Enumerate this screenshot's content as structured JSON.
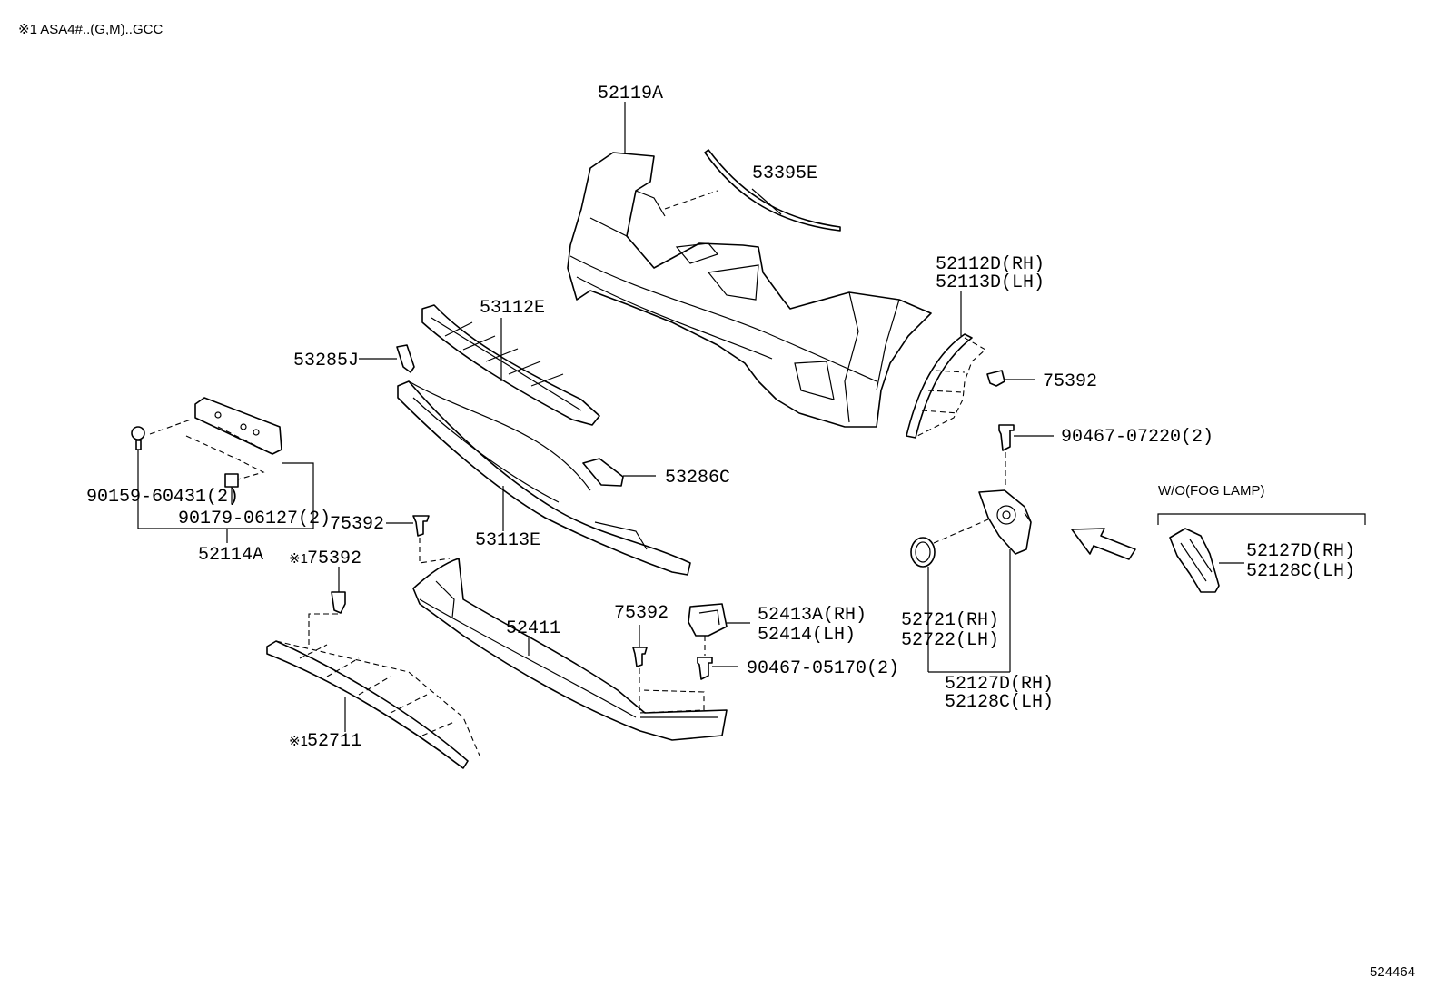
{
  "header_note": "※1 ASA4#..(G,M)..GCC",
  "illustration_number": "524464",
  "section_label": "W/O(FOG LAMP)",
  "callouts": {
    "c52119A": "52119A",
    "c53395E": "53395E",
    "c52112D": "52112D(RH)",
    "c52113D": "52113D(LH)",
    "c53112E": "53112E",
    "c53285J": "53285J",
    "c75392_a": "75392",
    "c90467_07220": "90467-07220(2)",
    "c53286C": "53286C",
    "c53113E": "53113E",
    "c90159": "90159-60431(2)",
    "c90179": "90179-06127(2)",
    "c52114A": "52114A",
    "c75392_b": "75392",
    "c75392_c_mark": "※1",
    "c75392_c": "75392",
    "c52411": "52411",
    "c75392_d": "75392",
    "c52413A": "52413A(RH)",
    "c52414": "52414(LH)",
    "c90467_05170": "90467-05170(2)",
    "c52711_mark": "※1",
    "c52711": "52711",
    "c52721": "52721(RH)",
    "c52722": "52722(LH)",
    "c52127D_a": "52127D(RH)",
    "c52128C_a": "52128C(LH)",
    "c52127D_b": "52127D(RH)",
    "c52128C_b": "52128C(LH)"
  }
}
